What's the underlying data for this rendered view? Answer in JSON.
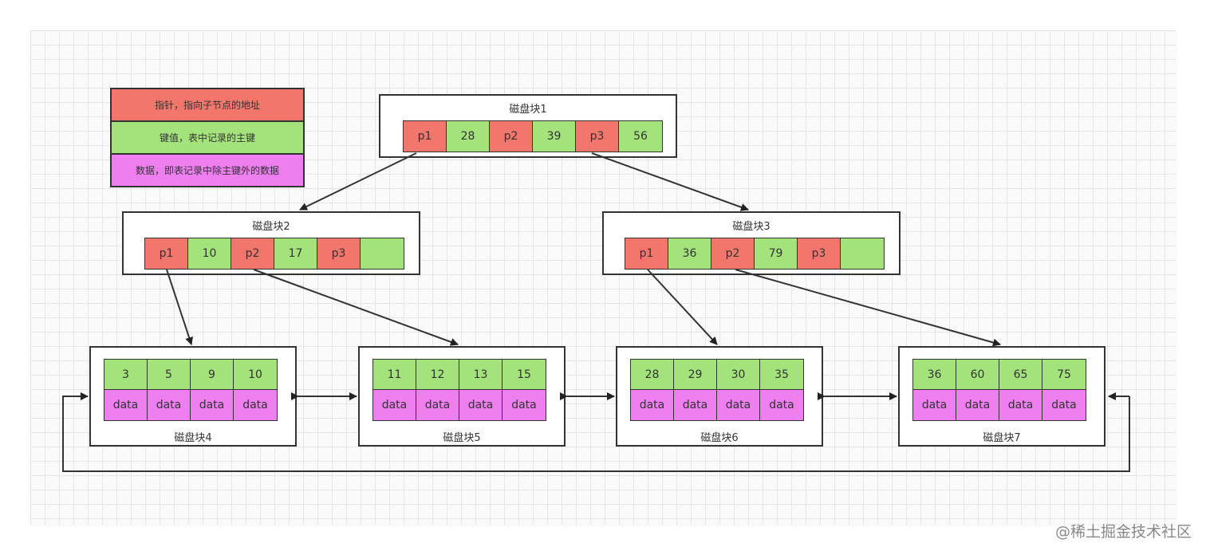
{
  "legend": {
    "pointer": "指针，指向子节点的地址",
    "key": "键值，表中记录的主键",
    "data": "数据，即表记录中除主键外的数据",
    "colors": {
      "pointer": "#f2766b",
      "key": "#a4e37b",
      "data": "#ef7ef0"
    }
  },
  "blocks": {
    "b1": {
      "title": "磁盘块1",
      "cells": [
        {
          "t": "p1",
          "k": "p"
        },
        {
          "t": "28",
          "k": "k"
        },
        {
          "t": "p2",
          "k": "p"
        },
        {
          "t": "39",
          "k": "k"
        },
        {
          "t": "p3",
          "k": "p"
        },
        {
          "t": "56",
          "k": "k"
        }
      ]
    },
    "b2": {
      "title": "磁盘块2",
      "cells": [
        {
          "t": "p1",
          "k": "p"
        },
        {
          "t": "10",
          "k": "k"
        },
        {
          "t": "p2",
          "k": "p"
        },
        {
          "t": "17",
          "k": "k"
        },
        {
          "t": "p3",
          "k": "p"
        },
        {
          "t": "",
          "k": "k"
        }
      ]
    },
    "b3": {
      "title": "磁盘块3",
      "cells": [
        {
          "t": "p1",
          "k": "p"
        },
        {
          "t": "36",
          "k": "k"
        },
        {
          "t": "p2",
          "k": "p"
        },
        {
          "t": "79",
          "k": "k"
        },
        {
          "t": "p3",
          "k": "p"
        },
        {
          "t": "",
          "k": "k"
        }
      ]
    },
    "b4": {
      "title": "磁盘块4",
      "keys": [
        "3",
        "5",
        "9",
        "10"
      ],
      "data": [
        "data",
        "data",
        "data",
        "data"
      ]
    },
    "b5": {
      "title": "磁盘块5",
      "keys": [
        "11",
        "12",
        "13",
        "15"
      ],
      "data": [
        "data",
        "data",
        "data",
        "data"
      ]
    },
    "b6": {
      "title": "磁盘块6",
      "keys": [
        "28",
        "29",
        "30",
        "35"
      ],
      "data": [
        "data",
        "data",
        "data",
        "data"
      ]
    },
    "b7": {
      "title": "磁盘块7",
      "keys": [
        "36",
        "60",
        "65",
        "75"
      ],
      "data": [
        "data",
        "data",
        "data",
        "data"
      ]
    }
  },
  "watermark": "@稀土掘金技术社区"
}
